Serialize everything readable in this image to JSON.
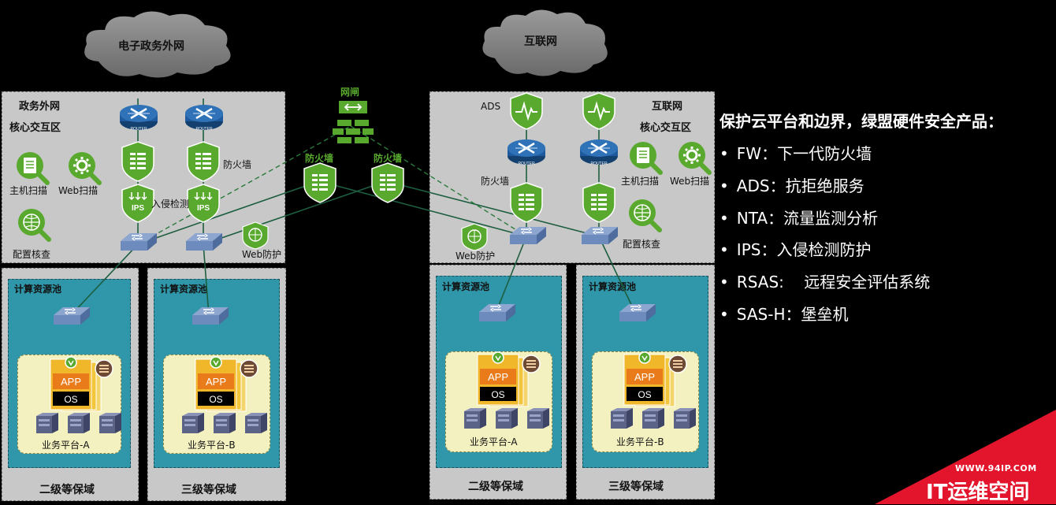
{
  "clouds": {
    "left": "电子政务外网",
    "right": "互联网"
  },
  "gatekeeper": "网闸",
  "left_zone": {
    "title_line1": "政务外网",
    "title_line2": "核心交互区",
    "host_scan": "主机扫描",
    "web_scan": "Web扫描",
    "config_check": "配置核查",
    "firewall": "防火墙",
    "ips_label": "入侵检测",
    "web_protect": "Web防护",
    "router_text": "ROUTER",
    "ips_icon_text": "IPS"
  },
  "middle": {
    "fw1": "防火墙",
    "fw2": "防火墙"
  },
  "right_zone": {
    "title_line1": "互联网",
    "title_line2": "核心交互区",
    "ads": "ADS",
    "firewall": "防火墙",
    "host_scan": "主机扫描",
    "web_scan": "Web扫描",
    "config_check": "配置核查",
    "web_protect": "Web防护",
    "router_text": "ROUTER"
  },
  "pools": [
    {
      "title": "计算资源池",
      "platform": "业务平台-A",
      "level": "二级等保域",
      "app": "APP",
      "os": "OS"
    },
    {
      "title": "计算资源池",
      "platform": "业务平台-B",
      "level": "三级等保域",
      "app": "APP",
      "os": "OS"
    },
    {
      "title": "计算资源池",
      "platform": "业务平台-A",
      "level": "二级等保域",
      "app": "APP",
      "os": "OS"
    },
    {
      "title": "计算资源池",
      "platform": "业务平台-B",
      "level": "三级等保域",
      "app": "APP",
      "os": "OS"
    }
  ],
  "panel": {
    "title": "保护云平台和边界，绿盟硬件安全产品：",
    "items": [
      "FW：下一代防火墙",
      "ADS：抗拒绝服务",
      "NTA：流量监测分析",
      "IPS：入侵检测防护",
      "RSAS:    远程安全评估系统",
      "SAS-H：堡垒机"
    ]
  },
  "watermark": {
    "url": "WWW.94IP.COM",
    "text": "IT运维空间"
  },
  "colors": {
    "shield_green": "#58a92e",
    "pool_teal": "#2f97a9",
    "zone_gray": "#c8c8c8",
    "router_blue": "#1f5a9e",
    "watermark_red": "#e3152c"
  }
}
